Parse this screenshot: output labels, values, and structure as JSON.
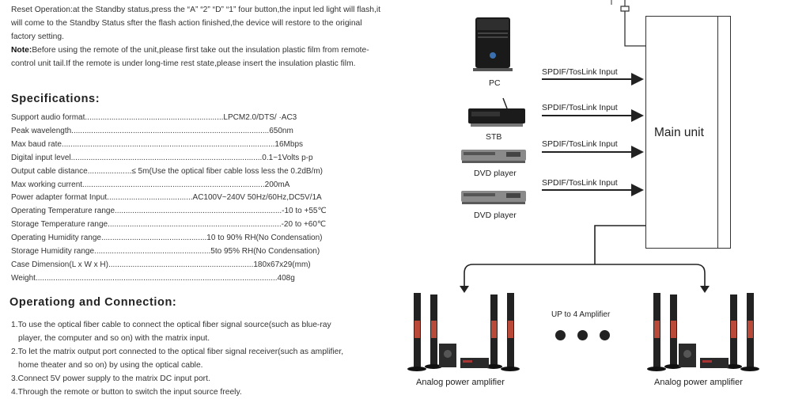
{
  "intro": {
    "reset_text": "Reset Operation:at the Standby status,press the  “A” “2” “D” “1” four button,the input led light will flash,it will come to the Standby Status sfter the flash action finished,the device will restore to the original factory setting.",
    "note_label": "Note:",
    "note_text": "Before using the remote of the unit,please first take out the insulation plastic film from remote-control unit tail.If the remote is under long-time rest state,please insert the insulation plastic film."
  },
  "specifications": {
    "heading": "Specifications:",
    "rows": [
      {
        "text": "Support audio format...............................................................LPCM2.0/DTS/          ·AC3"
      },
      {
        "text": "Peak wavelength..........................................................................................650nm"
      },
      {
        "text": "Max baud rate.................................................................................................16Mbps"
      },
      {
        "text": "Digital input level.......................................................................................0.1~1Volts p-p"
      },
      {
        "text": "Output cable distance....................≤ 5m(Use the optical fiber cable loss less the 0.2dB/m)"
      },
      {
        "text": "Max working current...................................................................................200mA"
      },
      {
        "text": "Power adapter format Input.......................................AC100V~240V 50Hz/60Hz,DC5V/1A"
      },
      {
        "text": "Operating Temperature range............................................................................-10 to +55℃"
      },
      {
        "text": "Storage Temperature range...............................................................................-20 to +60℃"
      },
      {
        "text": "Operating Humidity range................................................10 to 90% RH(No Condensation)"
      },
      {
        "text": "Storage Humidity range.....................................................5to 95% RH(No Condensation)"
      },
      {
        "text": "Case Dimension(L x W x H)..................................................................180x67x29(mm)"
      },
      {
        "text": "Weight..............................................................................................................408g"
      }
    ]
  },
  "operation": {
    "heading": "Operationg and Connection:",
    "lines": [
      "1.To use the optical fiber cable to connect the optical fiber signal source(such as blue-ray",
      "player, the computer and so on) with the matrix input.",
      "2.To let the matrix output port connected to the optical fiber signal receiver(such as amplifier,",
      "home theater and so on) by using the optical cable.",
      "3.Connect 5V power supply to the matrix DC input port.",
      "4.Through the remote or button to switch the input source freely."
    ]
  },
  "diagram": {
    "sources": [
      {
        "label": "PC",
        "link": "SPDIF/TosLink  Input",
        "icon": "pc-tower-icon"
      },
      {
        "label": "STB",
        "link": "SPDIF/TosLink  Input",
        "icon": "set-top-box-icon"
      },
      {
        "label": "DVD player",
        "link": "SPDIF/TosLink  Input",
        "icon": "dvd-player-icon"
      },
      {
        "label": "DVD player",
        "link": "SPDIF/TosLink  Input",
        "icon": "dvd-player-icon"
      }
    ],
    "main_unit": "Main unit",
    "up_to": "UP to 4 Amplifier",
    "amp_left": "Analog power amplifier",
    "amp_right": "Analog power amplifier",
    "accent_color": "#c0392b"
  }
}
